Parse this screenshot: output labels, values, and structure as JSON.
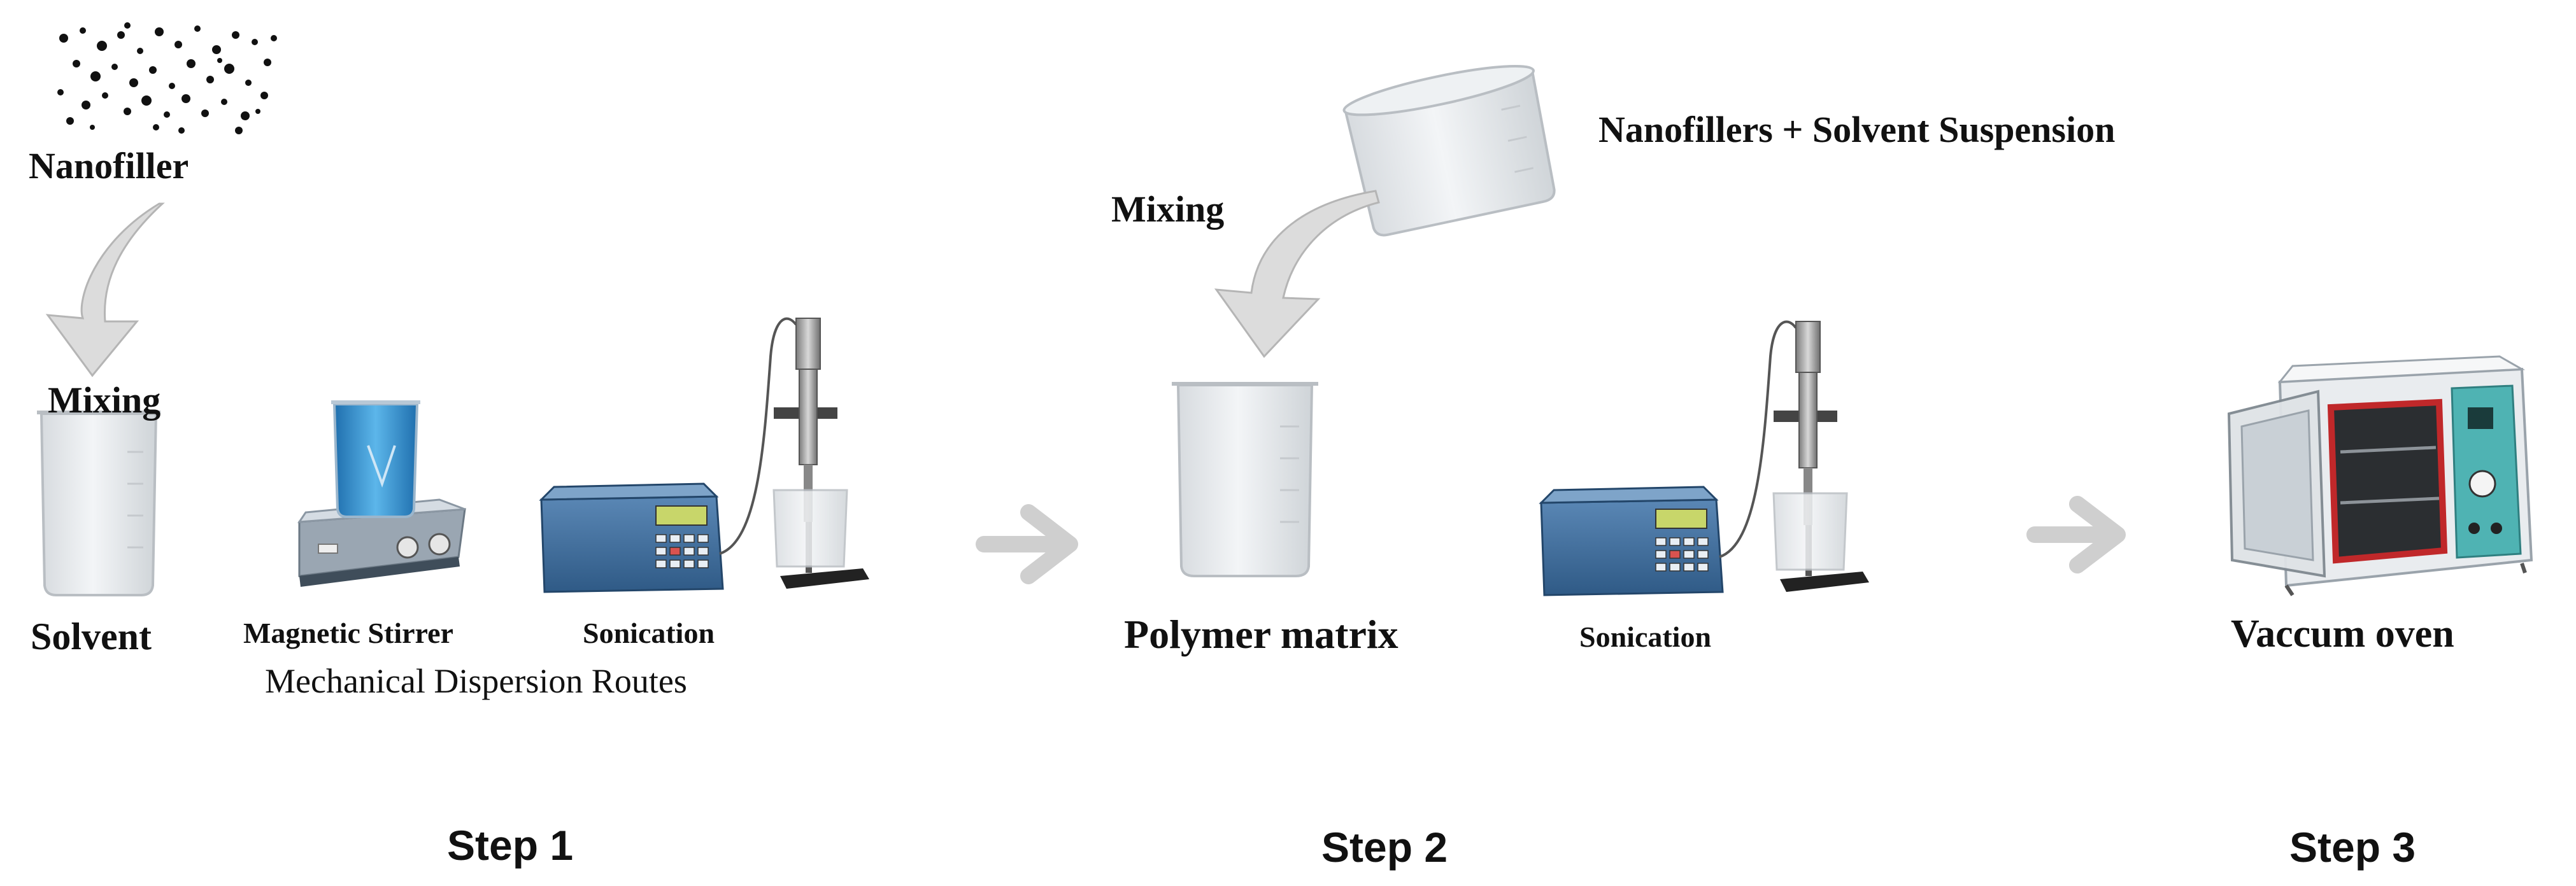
{
  "labels": {
    "nanofiller": "Nanofiller",
    "mixing_1": "Mixing",
    "solvent": "Solvent",
    "magnetic_stirrer": "Magnetic Stirrer",
    "sonication_1": "Sonication",
    "mechanical_routes": "Mechanical Dispersion Routes",
    "suspension": "Nanofillers + Solvent Suspension",
    "mixing_2": "Mixing",
    "polymer_matrix": "Polymer matrix",
    "sonication_2": "Sonication",
    "vacuum_oven": "Vaccum oven"
  },
  "steps": {
    "step1": "Step 1",
    "step2": "Step 2",
    "step3": "Step 3"
  },
  "colors": {
    "arrow_gray": "#cfcfcf",
    "glass": "#e6e9ec",
    "blue_liquid": "#2e8fd0",
    "device_blue": "#3f6f9e",
    "oven_red": "#c0282a"
  }
}
